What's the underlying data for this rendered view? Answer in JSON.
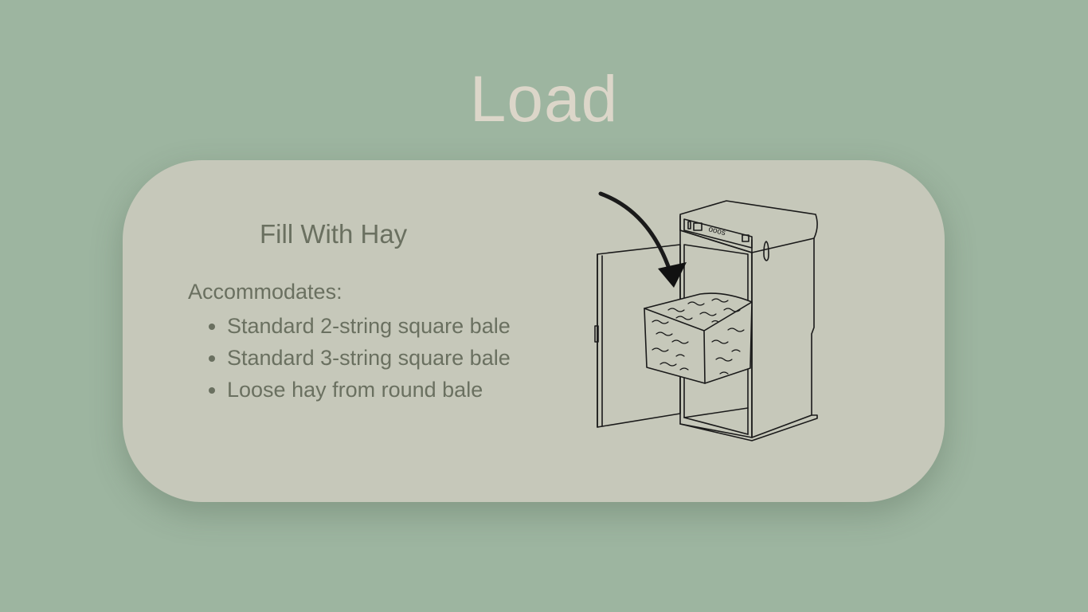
{
  "page": {
    "title": "Load"
  },
  "card": {
    "heading": "Fill With Hay",
    "intro": "Accommodates:",
    "features": [
      "Standard 2-string square bale",
      "Standard 3-string square bale",
      "Loose hay from round bale"
    ]
  },
  "illustration": {
    "control_panel_text": "ooos"
  },
  "colors": {
    "background": "#9db5a0",
    "card": "#c6c8ba",
    "title": "#dcd6c9",
    "text": "#6a7060"
  }
}
